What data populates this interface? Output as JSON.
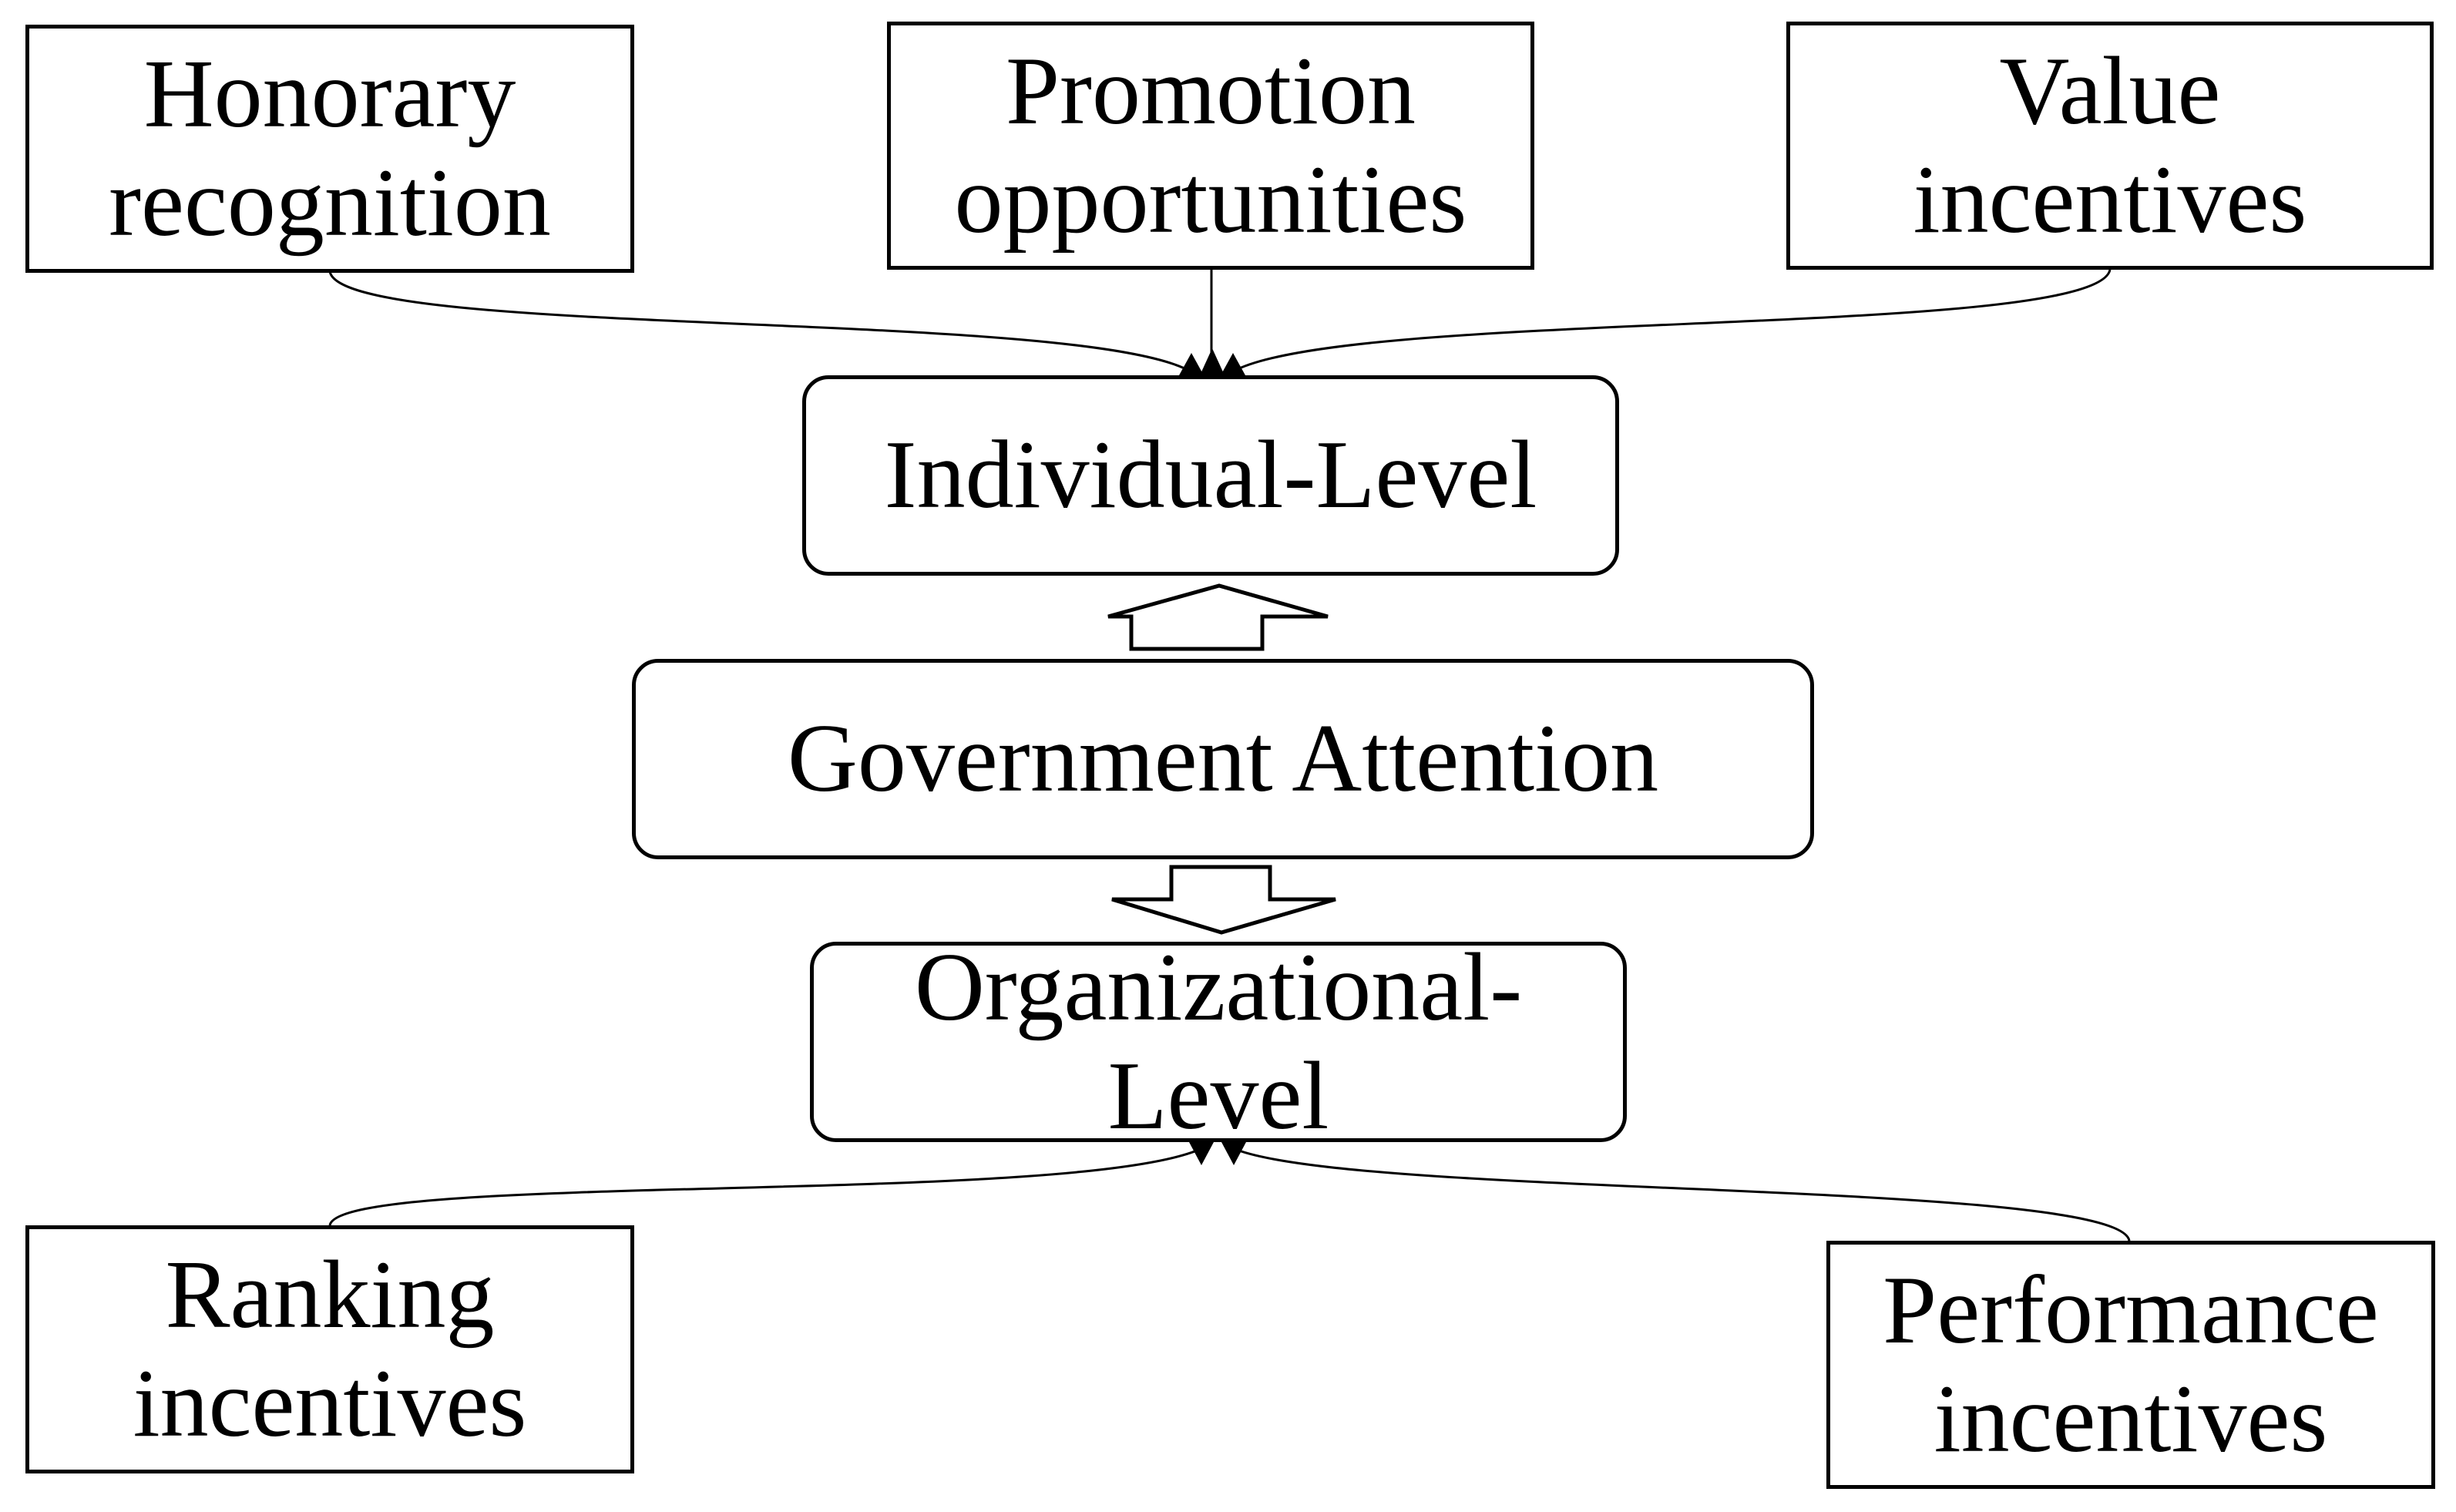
{
  "diagram": {
    "top_boxes": {
      "honorary": [
        "Honorary",
        "recognition"
      ],
      "promotion": [
        "Promotion",
        "opportunities"
      ],
      "value": [
        "Value",
        "incentives"
      ]
    },
    "levels": {
      "individual": "Individual-Level",
      "government": "Government Attention",
      "organizational": [
        "Organizational-",
        "Level"
      ]
    },
    "bottom_boxes": {
      "ranking": [
        "Ranking",
        "incentives"
      ],
      "performance": [
        "Performance",
        "incentives"
      ]
    }
  }
}
